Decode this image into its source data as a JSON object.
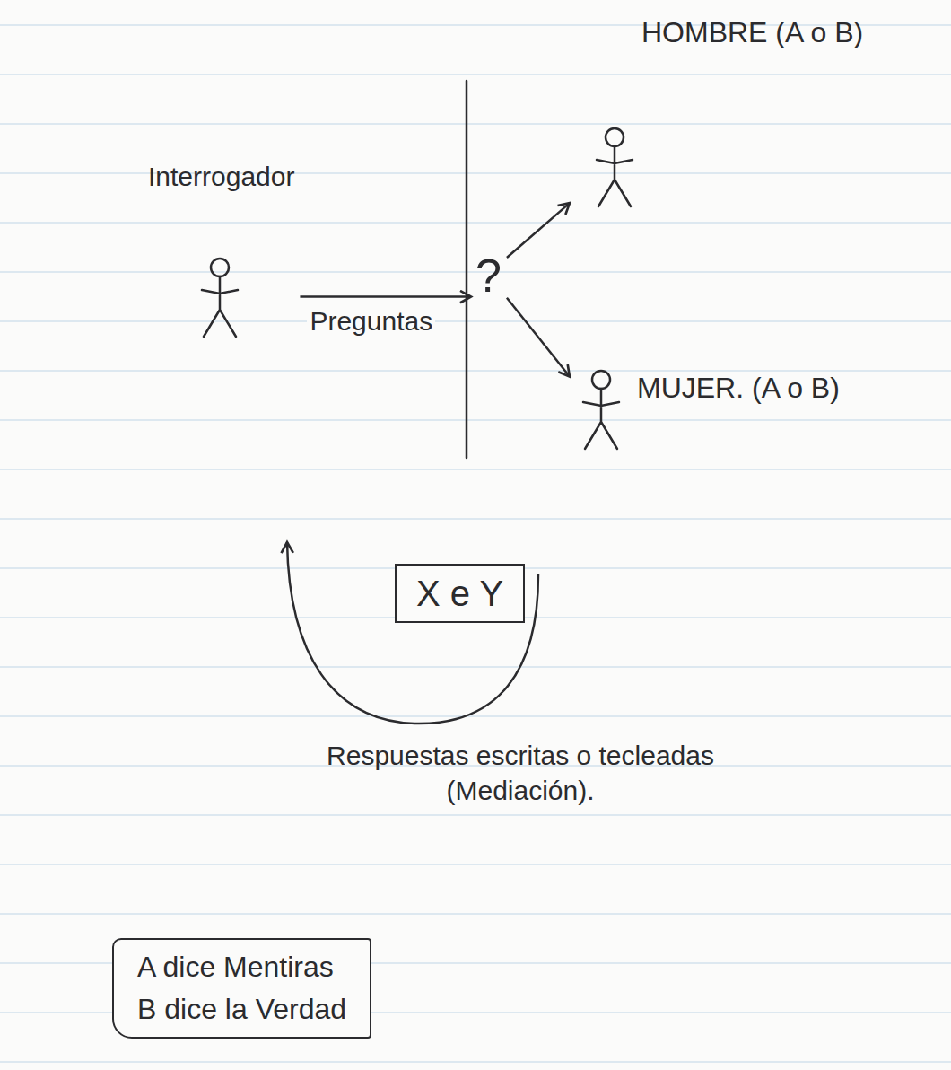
{
  "diagram": {
    "nodes": [
      {
        "text": [
          "Interrogador"
        ]
      },
      {
        "text": [
          "?"
        ]
      },
      {
        "text": [
          "HOMBRE (A o B)"
        ]
      },
      {
        "text": [
          "MUJER. (A o B)"
        ]
      },
      {
        "text": [
          "X e Y"
        ]
      },
      {
        "text": [
          "A dice Mentiras",
          "B dice la Verdad"
        ]
      }
    ],
    "edges": [
      {
        "from": 0,
        "to": 1,
        "label": "Preguntas",
        "arrow": "to"
      },
      {
        "from": 1,
        "to": 2,
        "arrow": "to"
      },
      {
        "from": 1,
        "to": 3,
        "arrow": "to"
      }
    ],
    "labels": [
      "Respuestas escritas o tecleadas (Mediación)."
    ]
  }
}
